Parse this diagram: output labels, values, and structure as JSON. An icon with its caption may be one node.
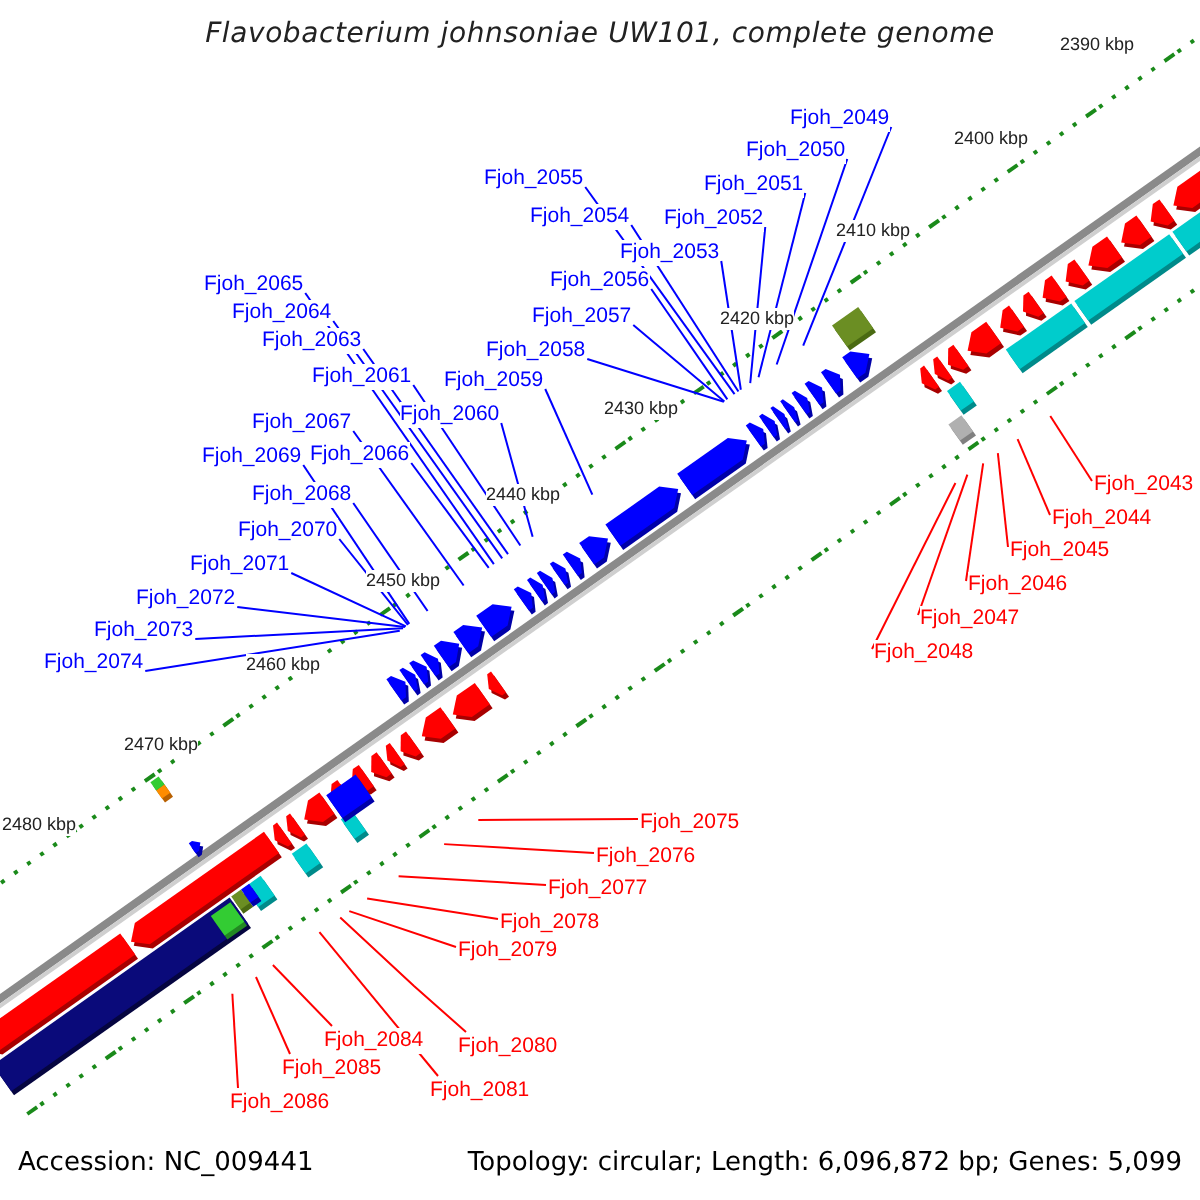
{
  "diagram": {
    "title": "Flavobacterium johnsoniae UW101, complete genome",
    "nodes": [
      {
        "text": [
          "Fjoh_2049"
        ]
      },
      {
        "text": [
          "Fjoh_2050"
        ]
      },
      {
        "text": [
          "Fjoh_2055"
        ]
      },
      {
        "text": [
          "Fjoh_2051"
        ]
      },
      {
        "text": [
          "Fjoh_2054"
        ]
      },
      {
        "text": [
          "Fjoh_2052"
        ]
      },
      {
        "text": [
          "Fjoh_2053"
        ]
      },
      {
        "text": [
          "Fjoh_2056"
        ]
      },
      {
        "text": [
          "Fjoh_2065"
        ]
      },
      {
        "text": [
          "Fjoh_2064"
        ]
      },
      {
        "text": [
          "Fjoh_2057"
        ]
      },
      {
        "text": [
          "Fjoh_2063"
        ]
      },
      {
        "text": [
          "Fjoh_2058"
        ]
      },
      {
        "text": [
          "Fjoh_2061"
        ]
      },
      {
        "text": [
          "Fjoh_2059"
        ]
      },
      {
        "text": [
          "Fjoh_2060"
        ]
      },
      {
        "text": [
          "Fjoh_2067"
        ]
      },
      {
        "text": [
          "Fjoh_2066"
        ]
      },
      {
        "text": [
          "Fjoh_2069"
        ]
      },
      {
        "text": [
          "Fjoh_2043"
        ]
      },
      {
        "text": [
          "Fjoh_2068"
        ]
      },
      {
        "text": [
          "Fjoh_2044"
        ]
      },
      {
        "text": [
          "Fjoh_2070"
        ]
      },
      {
        "text": [
          "Fjoh_2045"
        ]
      },
      {
        "text": [
          "Fjoh_2071"
        ]
      },
      {
        "text": [
          "Fjoh_2046"
        ]
      },
      {
        "text": [
          "Fjoh_2072"
        ]
      },
      {
        "text": [
          "Fjoh_2047"
        ]
      },
      {
        "text": [
          "Fjoh_2073"
        ]
      },
      {
        "text": [
          "Fjoh_2048"
        ]
      },
      {
        "text": [
          "Fjoh_2074"
        ]
      },
      {
        "text": [
          "Fjoh_2075"
        ]
      },
      {
        "text": [
          "Fjoh_2076"
        ]
      },
      {
        "text": [
          "Fjoh_2077"
        ]
      },
      {
        "text": [
          "Fjoh_2078"
        ]
      },
      {
        "text": [
          "Fjoh_2079"
        ]
      },
      {
        "text": [
          "Fjoh_2084"
        ]
      },
      {
        "text": [
          "Fjoh_2080"
        ]
      },
      {
        "text": [
          "Fjoh_2085"
        ]
      },
      {
        "text": [
          "Fjoh_2081"
        ]
      },
      {
        "text": [
          "Fjoh_2086"
        ]
      }
    ],
    "edges": [
      {
        "from": 0,
        "to": null,
        "arrow": "none"
      },
      {
        "from": 1,
        "to": null,
        "arrow": "none"
      },
      {
        "from": 2,
        "to": null,
        "arrow": "none"
      },
      {
        "from": 3,
        "to": null,
        "arrow": "none"
      },
      {
        "from": 4,
        "to": null,
        "arrow": "none"
      },
      {
        "from": 5,
        "to": null,
        "arrow": "none"
      },
      {
        "from": 6,
        "to": null,
        "arrow": "none"
      },
      {
        "from": 7,
        "to": null,
        "arrow": "none"
      },
      {
        "from": 8,
        "to": null,
        "arrow": "none"
      },
      {
        "from": 9,
        "to": null,
        "arrow": "none"
      },
      {
        "from": 10,
        "to": null,
        "arrow": "none"
      },
      {
        "from": 11,
        "to": null,
        "arrow": "none"
      },
      {
        "from": 12,
        "to": null,
        "arrow": "none"
      },
      {
        "from": 13,
        "to": null,
        "arrow": "none"
      },
      {
        "from": 14,
        "to": null,
        "arrow": "none"
      },
      {
        "from": 15,
        "to": null,
        "arrow": "none"
      },
      {
        "from": 16,
        "to": null,
        "arrow": "none"
      },
      {
        "from": 17,
        "to": null,
        "arrow": "none"
      },
      {
        "from": 18,
        "to": null,
        "arrow": "none"
      },
      {
        "from": 19,
        "to": null,
        "arrow": "none",
        "color": "#ff0000"
      },
      {
        "from": 20,
        "to": null,
        "arrow": "none"
      },
      {
        "from": 21,
        "to": null,
        "arrow": "none",
        "color": "#ff0000"
      },
      {
        "from": 22,
        "to": null,
        "arrow": "none"
      },
      {
        "from": 23,
        "to": null,
        "arrow": "none",
        "color": "#ff0000"
      },
      {
        "from": 24,
        "to": null,
        "arrow": "none"
      },
      {
        "from": 25,
        "to": null,
        "arrow": "none",
        "color": "#ff0000"
      },
      {
        "from": 26,
        "to": null,
        "arrow": "none"
      },
      {
        "from": 27,
        "to": null,
        "arrow": "none",
        "color": "#ff0000"
      },
      {
        "from": 28,
        "to": null,
        "arrow": "none"
      },
      {
        "from": 29,
        "to": null,
        "arrow": "none",
        "color": "#ff0000"
      },
      {
        "from": 30,
        "to": null,
        "arrow": "none"
      },
      {
        "from": 31,
        "to": null,
        "arrow": "none",
        "color": "#ff0000"
      },
      {
        "from": 32,
        "to": null,
        "arrow": "none",
        "color": "#ff0000"
      },
      {
        "from": 33,
        "to": null,
        "arrow": "none",
        "color": "#ff0000"
      },
      {
        "from": 34,
        "to": null,
        "arrow": "none",
        "color": "#ff0000"
      },
      {
        "from": 35,
        "to": null,
        "arrow": "none",
        "color": "#ff0000"
      },
      {
        "from": 36,
        "to": null,
        "arrow": "none",
        "color": "#ff0000"
      },
      {
        "from": 37,
        "to": null,
        "arrow": "none",
        "color": "#ff0000"
      },
      {
        "from": 38,
        "to": null,
        "arrow": "none",
        "color": "#ff0000"
      },
      {
        "from": 39,
        "to": null,
        "arrow": "none",
        "color": "#ff0000"
      },
      {
        "from": 40,
        "to": null,
        "arrow": "none",
        "color": "#ff0000"
      }
    ],
    "labels": [
      "2390 kbp",
      "2400 kbp",
      "2410 kbp",
      "2420 kbp",
      "2430 kbp",
      "2440 kbp",
      "2450 kbp",
      "2460 kbp",
      "2470 kbp",
      "2480 kbp",
      "Accession: NC_009441",
      "Topology: circular; Length: 6,096,872 bp; Genes: 5,099"
    ]
  }
}
